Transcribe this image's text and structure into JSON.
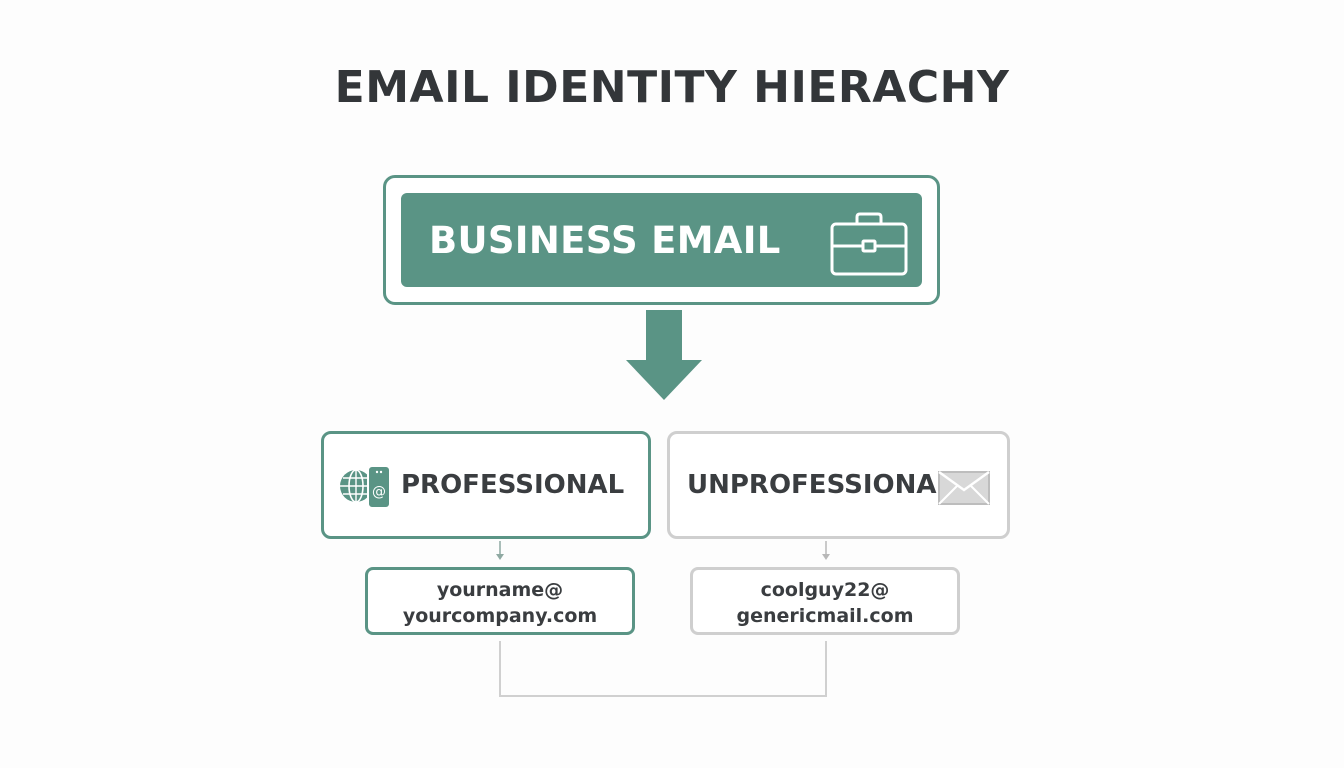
{
  "title": "EMAIL IDENTITY HIERACHY",
  "colors": {
    "accent": "#5a9485",
    "muted_border": "#cfcfcf",
    "text": "#333639",
    "background": "#fdfdfd"
  },
  "root": {
    "label": "BUSINESS EMAIL",
    "icon": "briefcase-icon"
  },
  "branches": {
    "professional": {
      "label": "PROFESSIONAL",
      "icon": "globe-phone-icon",
      "address_line1": "yourname@",
      "address_line2": "yourcompany.com"
    },
    "unprofessional": {
      "label": "UNPROFESSIONAL",
      "icon": "envelope-icon",
      "address_line1": "coolguy22@",
      "address_line2": "genericmail.com"
    }
  }
}
